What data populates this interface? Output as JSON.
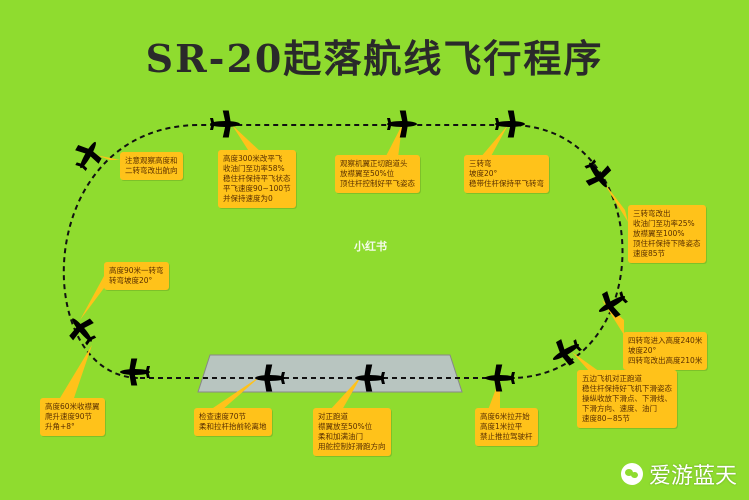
{
  "title": "SR-20起落航线飞行程序",
  "watermark": "小红书",
  "brand": {
    "name": "爱游蓝天",
    "icon": "wechat-logo"
  },
  "colors": {
    "background": "#8fdc2f",
    "note": "#ffc21a",
    "runway": "#b8c5c0",
    "aircraft": "#000000"
  },
  "notes": [
    {
      "text": "注意观察高度和\n二转弯改出航向"
    },
    {
      "text": "高度300米改平飞\n收油门至功率58%\n稳住杆保持平飞状态\n平飞速度90~100节\n并保持速度为0"
    },
    {
      "text": "观察机翼正切跑道头\n放襟翼至50%位\n顶住杆控制好平飞姿态"
    },
    {
      "text": "三转弯\n坡度20°\n稳带住杆保持平飞转弯"
    },
    {
      "text": "三转弯改出\n收油门至功率25%\n放襟翼至100%\n顶住杆保持下降姿态\n速度85节"
    },
    {
      "text": "高度90米一转弯\n转弯坡度20°"
    },
    {
      "text": "四转弯进入高度240米\n坡度20°\n四转弯改出高度210米"
    },
    {
      "text": "高度60米收襟翼\n爬升速度90节\n升角+8°"
    },
    {
      "text": "检查速度70节\n柔和拉杆抬前轮离地"
    },
    {
      "text": "对正跑道\n襟翼放至50%位\n柔和加满油门\n用舵控制好滑跑方向"
    },
    {
      "text": "高度6米拉开始\n高度1米拉平\n禁止推拉驾驶杆"
    },
    {
      "text": "五边飞机对正跑道\n稳住杆保持好飞机下滑姿态\n操纵收放下滑点、下滑线、\n下滑方向、速度、油门\n速度80~85节"
    }
  ]
}
